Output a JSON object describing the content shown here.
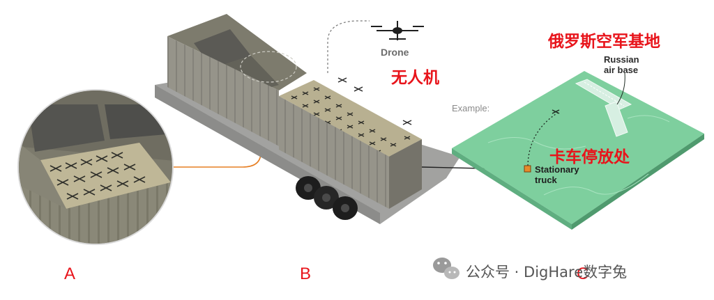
{
  "labels": {
    "drone_en": "Drone",
    "drone_cn": "无人机",
    "airbase_cn": "俄罗斯空军基地",
    "airbase_en_line1": "Russian",
    "airbase_en_line2": "air base",
    "example": "Example:",
    "truck_cn": "卡车停放处",
    "truck_en_line1": "Stationary",
    "truck_en_line2": "truck"
  },
  "panels": {
    "a": "A",
    "b": "B",
    "c": "C"
  },
  "watermark": {
    "text": "公众号 · DigHare数字兔"
  },
  "icons": [
    "drone-icon",
    "wechat-icon"
  ],
  "colors": {
    "accent_red": "#e8141b",
    "leader_orange": "#e67e22",
    "container_gray": "#8d8b7b",
    "map_green": "#7ecf9e",
    "truck_marker": "#e58a2b"
  }
}
